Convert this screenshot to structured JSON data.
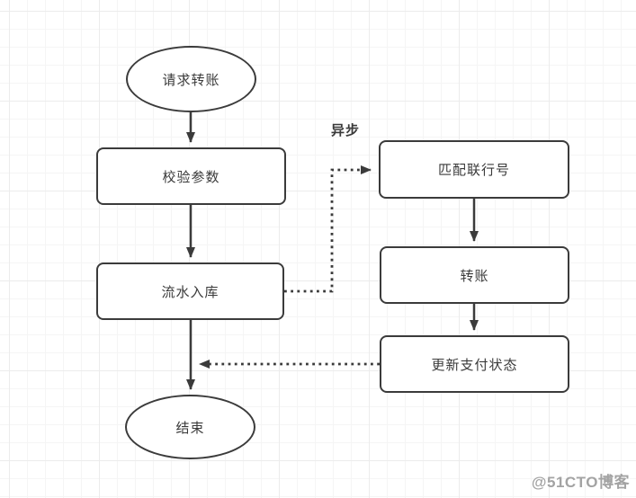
{
  "diagram": {
    "nodes": [
      {
        "id": "start",
        "shape": "ellipse",
        "label": "请求转账"
      },
      {
        "id": "validate",
        "shape": "rect",
        "label": "校验参数"
      },
      {
        "id": "record",
        "shape": "rect",
        "label": "流水入库"
      },
      {
        "id": "end",
        "shape": "ellipse",
        "label": "结束"
      },
      {
        "id": "match",
        "shape": "rect",
        "label": "匹配联行号"
      },
      {
        "id": "transfer",
        "shape": "rect",
        "label": "转账"
      },
      {
        "id": "update",
        "shape": "rect",
        "label": "更新支付状态"
      }
    ],
    "edges": [
      {
        "from": "start",
        "to": "validate",
        "style": "solid"
      },
      {
        "from": "validate",
        "to": "record",
        "style": "solid"
      },
      {
        "from": "record",
        "to": "end",
        "style": "solid"
      },
      {
        "from": "record",
        "to": "match",
        "style": "dotted"
      },
      {
        "from": "match",
        "to": "transfer",
        "style": "solid"
      },
      {
        "from": "transfer",
        "to": "update",
        "style": "solid"
      },
      {
        "from": "update",
        "to": "end",
        "style": "dotted"
      }
    ],
    "annotation": "异步"
  },
  "watermark": "@51CTO博客",
  "colors": {
    "stroke": "#3b3b3b",
    "node_fill": "#ffffff",
    "grid_minor": "#f5f5f5",
    "grid_major": "#ececec",
    "watermark": "#a3a3a3"
  }
}
